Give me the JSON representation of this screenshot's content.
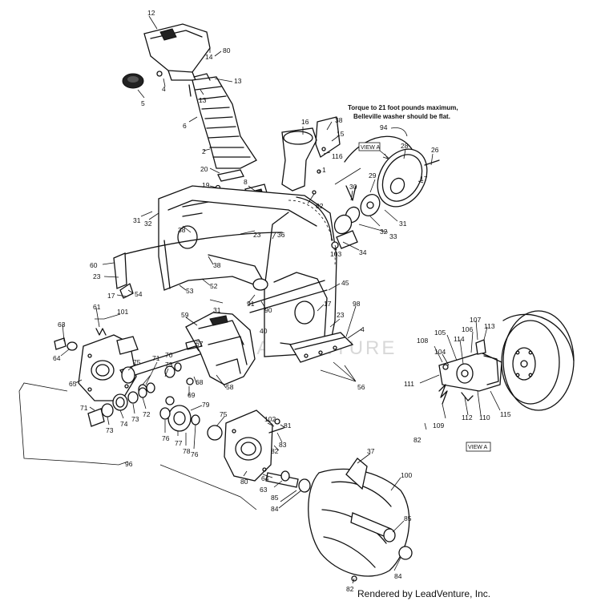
{
  "note": {
    "line1": "Torque to 21 foot pounds maximum,",
    "line2": "Belleville washer should be flat."
  },
  "view_label": "VIEW A",
  "watermark": "LEADVENTURE",
  "credit": "Rendered by LeadVenture, Inc.",
  "callouts": [
    "12",
    "14",
    "80",
    "5",
    "4",
    "13",
    "13",
    "6",
    "2",
    "20",
    "19",
    "16",
    "38",
    "15",
    "116",
    "1",
    "82",
    "8",
    "94",
    "28",
    "26",
    "17",
    "29",
    "30",
    "31",
    "33",
    "32",
    "103",
    "34",
    "31",
    "32",
    "38",
    "23",
    "36",
    "45",
    "60",
    "23",
    "17",
    "54",
    "52",
    "53",
    "38",
    "91",
    "90",
    "31",
    "17",
    "40",
    "23",
    "98",
    "4",
    "56",
    "61",
    "101",
    "63",
    "64",
    "65",
    "59",
    "67",
    "71",
    "73",
    "75",
    "70",
    "69",
    "68",
    "58",
    "79",
    "71",
    "73",
    "74",
    "73",
    "72",
    "76",
    "77",
    "78",
    "76",
    "75",
    "102",
    "81",
    "83",
    "82",
    "96",
    "80",
    "64",
    "63",
    "85",
    "84",
    "37",
    "100",
    "85",
    "84",
    "82",
    "107",
    "113",
    "105",
    "106",
    "108",
    "114",
    "104",
    "111",
    "115",
    "110",
    "112",
    "109",
    "82"
  ]
}
